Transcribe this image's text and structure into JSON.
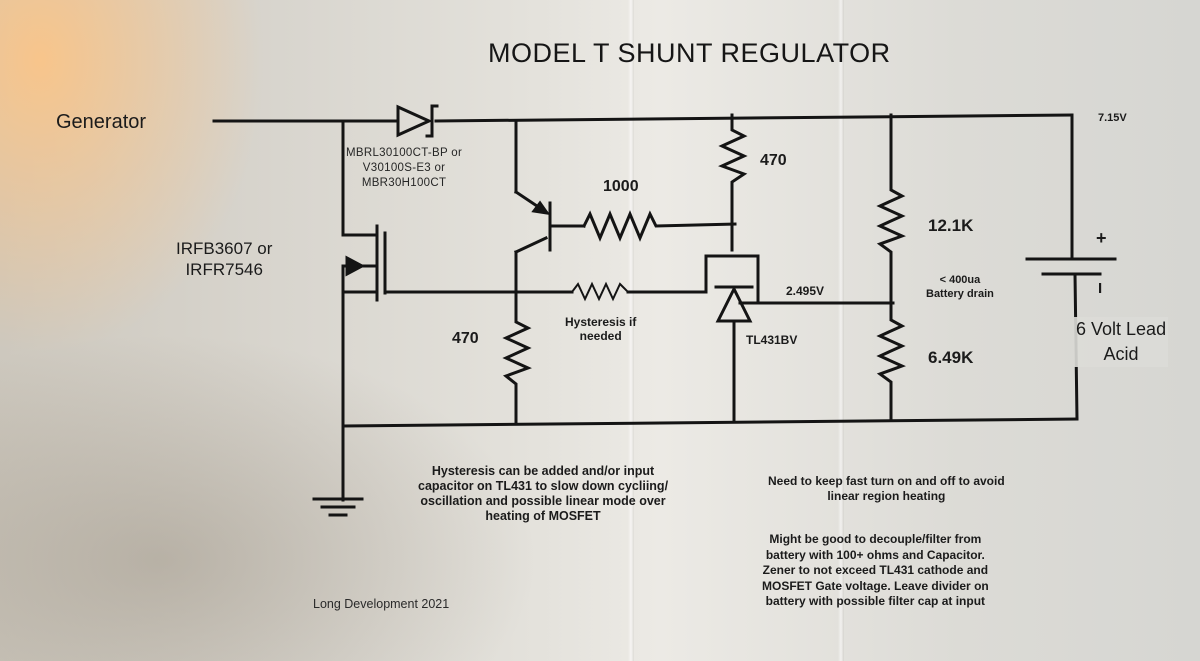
{
  "title": "MODEL T SHUNT REGULATOR",
  "input_label": "Generator",
  "output_voltage": "7.15V",
  "components": {
    "diode": {
      "symbol": "diode",
      "part_lines": [
        "MBRL30100CT-BP or",
        "V30100S-E3 or",
        "MBR30H100CT"
      ]
    },
    "mosfet": {
      "symbol": "n-channel-mosfet",
      "part_lines": [
        "IRFB3607 or",
        "IRFR7546"
      ]
    },
    "transistor": {
      "symbol": "pnp-transistor"
    },
    "r_base": {
      "value": "1000"
    },
    "r_top": {
      "value": "470"
    },
    "r_gate": {
      "value": "470"
    },
    "r_hysteresis": {
      "label_lines": [
        "Hysteresis if",
        "needed"
      ]
    },
    "shunt_ref": {
      "part": "TL431BV",
      "ref_voltage": "2.495V"
    },
    "divider_top": {
      "value": "12.1K"
    },
    "divider_bottom": {
      "value": "6.49K"
    },
    "divider_note_lines": [
      "< 400ua",
      "Battery drain"
    ],
    "battery": {
      "plus": "+",
      "minus": "I",
      "label_lines": [
        "6 Volt Lead",
        "Acid"
      ]
    },
    "ground": {
      "symbol": "ground"
    }
  },
  "notes": {
    "hysteresis": [
      "Hysteresis can be added and/or input",
      "capacitor on TL431 to slow down cycliing/",
      "oscillation and possible linear mode over",
      "heating of MOSFET"
    ],
    "switching": [
      "Need to keep fast turn on and off to avoid",
      "linear region heating"
    ],
    "decouple": [
      "Might be good to decouple/filter from",
      "battery with 100+ ohms and Capacitor.",
      "Zener to not exceed TL431 cathode and",
      "MOSFET Gate voltage.  Leave divider on",
      "battery with possible filter cap at input"
    ]
  },
  "credit": "Long Development 2021"
}
